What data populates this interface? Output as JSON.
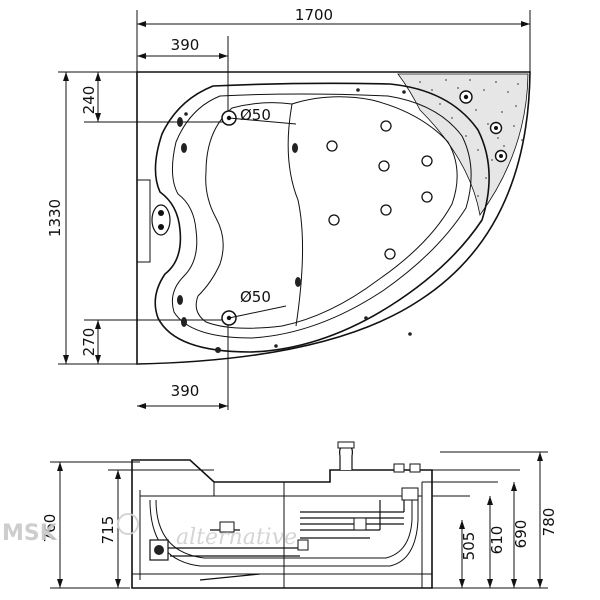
{
  "top_view": {
    "overall_width": "1700",
    "left_top_offset": "390",
    "left_bottom_offset": "390",
    "overall_depth": "1330",
    "top_margin": "240",
    "bottom_margin": "270",
    "drain_top": "Ø50",
    "drain_bottom": "Ø50"
  },
  "side_view": {
    "height_total": "760",
    "height_inner": "715",
    "height_505": "505",
    "height_610": "610",
    "height_690": "690",
    "height_780": "780"
  },
  "watermark": {
    "brand": "MSK",
    "script": "alternative"
  }
}
